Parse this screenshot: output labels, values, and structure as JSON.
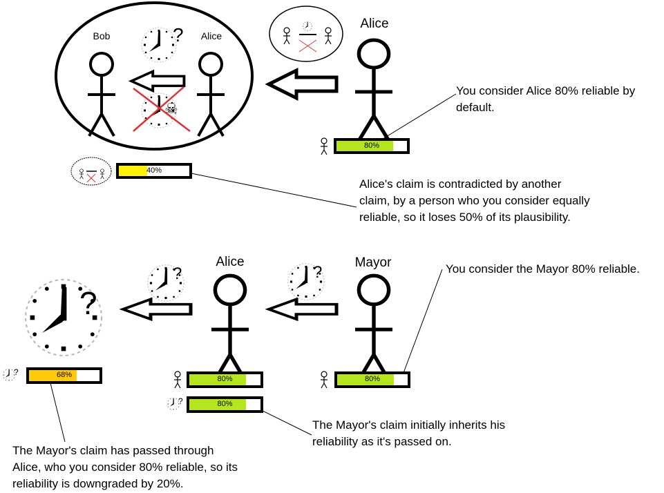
{
  "top": {
    "bubble_names": {
      "bob": "Bob",
      "alice": "Alice"
    },
    "speaker": "Alice",
    "alice_bar": {
      "value": 80,
      "label": "80%",
      "color": "#b5e61d"
    },
    "contradicted_bar": {
      "value": 40,
      "label": "40%",
      "color": "#fff200"
    },
    "note_default": "You consider Alice 80% reliable by default.",
    "note_contradiction": "Alice's claim is contradicted by another claim, by a person who you consider equally reliable, so it loses 50% of its plausibility."
  },
  "bottom": {
    "alice": "Alice",
    "mayor": "Mayor",
    "final_bar": {
      "value": 68,
      "label": "68%",
      "color": "#ffc90e"
    },
    "alice_person_bar": {
      "value": 80,
      "label": "80%",
      "color": "#b5e61d"
    },
    "alice_claim_bar": {
      "value": 80,
      "label": "80%",
      "color": "#b5e61d"
    },
    "mayor_bar": {
      "value": 80,
      "label": "80%",
      "color": "#b5e61d"
    },
    "note_mayor": "You consider the Mayor 80% reliable.",
    "note_inherit": "The Mayor's claim initially inherits his reliability as it's passed on.",
    "note_passed": "The Mayor's claim has passed through Alice, who you consider 80% reliable, so its reliability is downgraded by 20%."
  }
}
